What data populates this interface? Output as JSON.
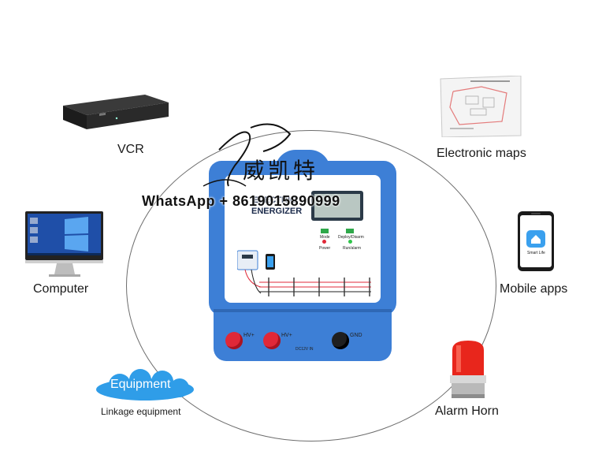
{
  "labels": {
    "vcr": "VCR",
    "computer": "Computer",
    "equipment": "Equipment",
    "linkage_equipment": "Linkage equipment",
    "electronic_maps": "Electronic maps",
    "mobile_apps": "Mobile apps",
    "alarm_horn": "Alarm Horn"
  },
  "watermark": {
    "whatsapp": "WhatsApp + 8619015890999",
    "brand_cn": "威凯特"
  },
  "device": {
    "brand_line": "ELECTRIC",
    "product": "ENERGIZER",
    "mode": "Mode",
    "deploy": "Deploy/Disarm",
    "power": "Power",
    "run": "Run/alarm",
    "hv1": "HV+",
    "hv2": "HV+",
    "gnd": "GND",
    "dc": "DC12V IN"
  },
  "phone": {
    "app_name": "Smart Life"
  },
  "colors": {
    "device_blue": "#3d7fd6",
    "cloud_blue": "#2f9de8",
    "knob_red": "#e02838",
    "alarm_red": "#e8261c"
  }
}
